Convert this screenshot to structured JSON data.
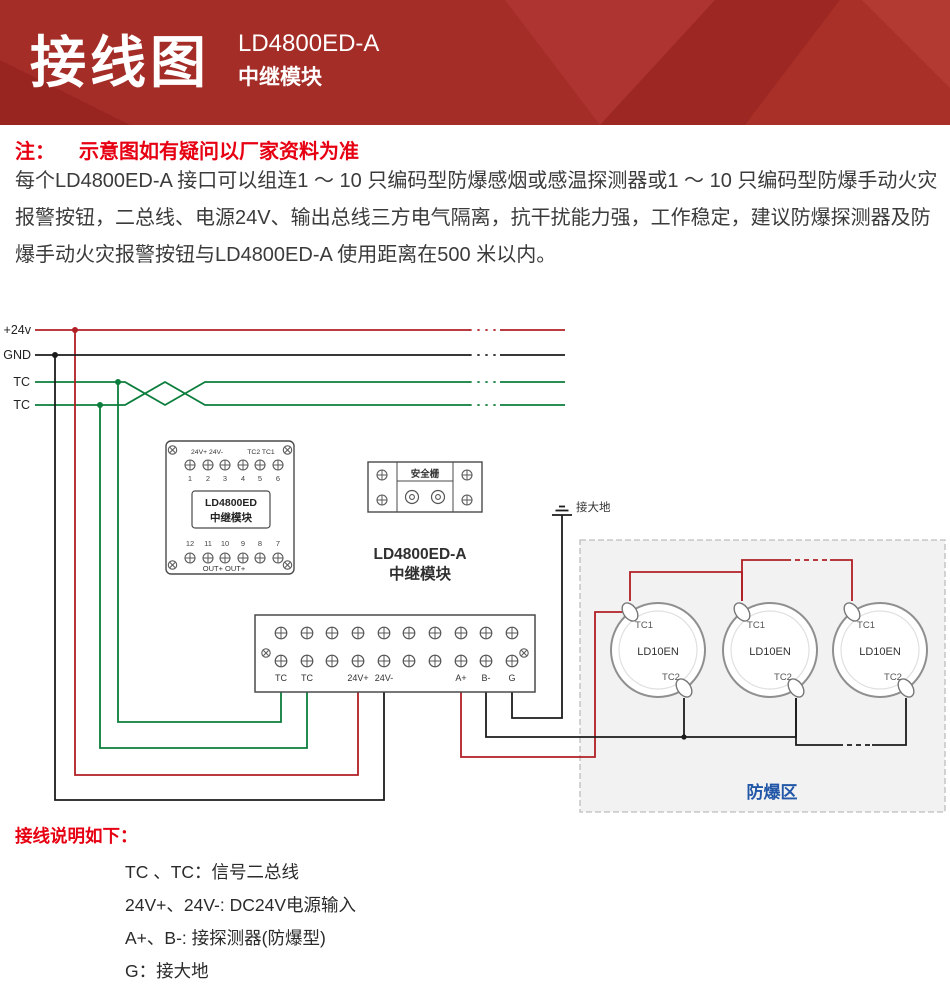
{
  "colors": {
    "banner": "#a42d28",
    "note_red": "#e60012",
    "wire_red": "#b01f24",
    "wire_black": "#1c1c1c",
    "wire_green": "#0b7d3c",
    "zone_text": "#2257a8"
  },
  "header": {
    "title": "接线图",
    "model": "LD4800ED-A",
    "subtitle": "中继模块"
  },
  "note": {
    "label": "注：",
    "text": "示意图如有疑问以厂家资料为准"
  },
  "description": "每个LD4800ED-A 接口可以组连1 ～ 10 只编码型防爆感烟或感温探测器或1 ～ 10 只编码型防爆手动火灾报警按钮，二总线、电源24V、输出总线三方电气隔离，抗干扰能力强，工作稳定，建议防爆探测器及防爆手动火灾报警按钮与LD4800ED-A 使用距离在500 米以内。",
  "diagram": {
    "bus_labels": [
      "+24v",
      "GND",
      "TC",
      "TC"
    ],
    "module_top": {
      "label_left": "24V+ 24V-",
      "label_right": "TC2 TC1",
      "top_numbers": [
        "1",
        "2",
        "3",
        "4",
        "5",
        "6"
      ],
      "name_line1": "LD4800ED",
      "name_line2": "中继模块",
      "bottom_numbers": [
        "12",
        "11",
        "10",
        "9",
        "8",
        "7"
      ],
      "bottom_label": "OUT+ OUT+"
    },
    "safety_barrier_label": "安全栅",
    "ground_label": "接大地",
    "module_label_line1": "LD4800ED-A",
    "module_label_line2": "中继模块",
    "terminal_labels": [
      "TC",
      "TC",
      "24V+",
      "24V-",
      "A+",
      "B-",
      "G"
    ],
    "zone": {
      "label": "防爆区",
      "detectors": [
        {
          "name": "LD10EN",
          "t1": "TC1",
          "t2": "TC2"
        },
        {
          "name": "LD10EN",
          "t1": "TC1",
          "t2": "TC2"
        },
        {
          "name": "LD10EN",
          "t1": "TC1",
          "t2": "TC2"
        }
      ]
    }
  },
  "legend": {
    "title": "接线说明如下：",
    "items": [
      "TC 、TC：信号二总线",
      "24V+、24V-: DC24V电源输入",
      "A+、B-: 接探测器(防爆型)",
      "G：接大地"
    ]
  }
}
